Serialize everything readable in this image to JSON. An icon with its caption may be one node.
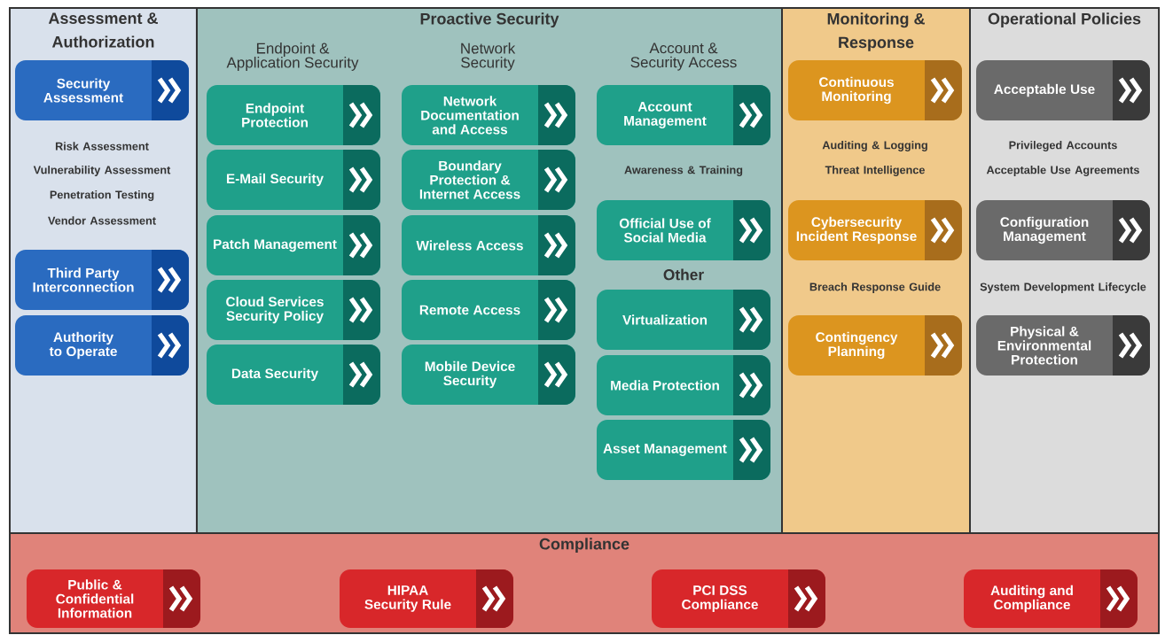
{
  "diagram": {
    "nodes": [
      {
        "text": [
          "Assessment & Authorization"
        ]
      },
      {
        "text": [
          "Security Assessment"
        ],
        "in": 0
      },
      {
        "text": [
          "Third Party Interconnection"
        ],
        "in": 0
      },
      {
        "text": [
          "Authority to Operate"
        ],
        "in": 0
      },
      {
        "text": [
          "Proactive Security"
        ]
      },
      {
        "text": [
          "Endpoint Protection"
        ],
        "in": 4
      },
      {
        "text": [
          "E-Mail Security"
        ],
        "in": 4
      },
      {
        "text": [
          "Patch Management"
        ],
        "in": 4
      },
      {
        "text": [
          "Cloud Services Security Policy"
        ],
        "in": 4
      },
      {
        "text": [
          "Data Security"
        ],
        "in": 4
      },
      {
        "text": [
          "Network Documentation and Access"
        ],
        "in": 4
      },
      {
        "text": [
          "Boundary Protection & Internet Access"
        ],
        "in": 4
      },
      {
        "text": [
          "Wireless Access"
        ],
        "in": 4
      },
      {
        "text": [
          "Remote Access"
        ],
        "in": 4
      },
      {
        "text": [
          "Mobile Device Security"
        ],
        "in": 4
      },
      {
        "text": [
          "Account Management"
        ],
        "in": 4
      },
      {
        "text": [
          "Official Use of Social Media"
        ],
        "in": 4
      },
      {
        "text": [
          "Virtualization"
        ],
        "in": 4
      },
      {
        "text": [
          "Media Protection"
        ],
        "in": 4
      },
      {
        "text": [
          "Asset Management"
        ],
        "in": 4
      },
      {
        "text": [
          "Monitoring & Response"
        ]
      },
      {
        "text": [
          "Continuous Monitoring"
        ],
        "in": 20
      },
      {
        "text": [
          "Cybersecurity Incident Response"
        ],
        "in": 20
      },
      {
        "text": [
          "Contingency Planning"
        ],
        "in": 20
      },
      {
        "text": [
          "Operational Policies"
        ]
      },
      {
        "text": [
          "Acceptable Use"
        ],
        "in": 24
      },
      {
        "text": [
          "Configuration Management"
        ],
        "in": 24
      },
      {
        "text": [
          "Physical & Environmental Protection"
        ],
        "in": 24
      },
      {
        "text": [
          "Compliance"
        ]
      },
      {
        "text": [
          "Public & Confidential Information"
        ],
        "in": 28
      },
      {
        "text": [
          "HIPAA Security Rule"
        ],
        "in": 28
      },
      {
        "text": [
          "PCI DSS Compliance"
        ],
        "in": 28
      },
      {
        "text": [
          "Auditing and Compliance"
        ],
        "in": 28
      }
    ],
    "labels": [
      "Endpoint & Application Security",
      "Network Security",
      "Account & Security Access",
      "Risk Assessment",
      "Vulnerability Assessment",
      "Penetration Testing",
      "Vendor Assessment",
      "Awareness & Training",
      "Auditing & Logging",
      "Threat Intelligence",
      "Privileged Accounts",
      "Acceptable Use Agreements",
      "Other",
      "Breach Response Guide",
      "System Development Lifecycle"
    ]
  }
}
